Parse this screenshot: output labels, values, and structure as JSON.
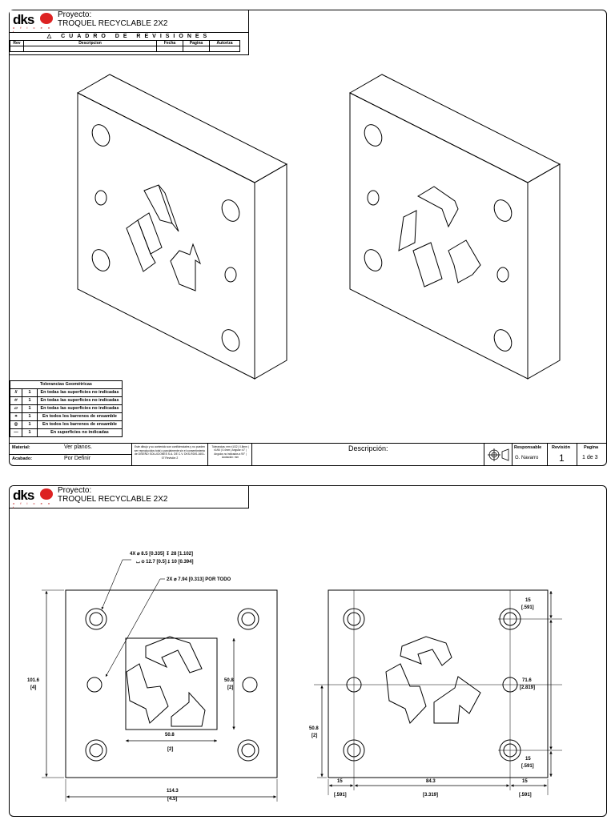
{
  "logo": {
    "text": "dks",
    "sub": "o f i c e n t"
  },
  "project": {
    "label": "Proyecto:",
    "name": "TROQUEL RECYCLABLE 2X2"
  },
  "revisions": {
    "title": "△ CUADRO DE REVISIONES",
    "columns": [
      "Rev",
      "Descripcion",
      "Fecha",
      "Pagina",
      "Autoriza"
    ]
  },
  "tolerances": {
    "title": "Tolerancias Geométricas",
    "rows": [
      {
        "symbol": "//",
        "value": "1",
        "text": "En todas las superficies no indicadas"
      },
      {
        "symbol": "⌭",
        "value": "1",
        "text": "En todas las superficies no indicadas"
      },
      {
        "symbol": "▱",
        "value": "1",
        "text": "En todas las superficies no indicadas"
      },
      {
        "symbol": "⌖",
        "value": "1",
        "text": "En todos los barrenos de ensamble"
      },
      {
        "symbol": "◎",
        "value": "1",
        "text": "En todos los barrenos de ensamble"
      },
      {
        "symbol": "—",
        "value": "1",
        "text": "En superficies no indicadas"
      }
    ]
  },
  "title_block": {
    "material_label": "Material:",
    "material_value": "Ver planos.",
    "acabado_label": "Acabado:",
    "acabado_value": "Por Definir",
    "legal": "Este dibujo y su contenido son confidenciales y no pueden ser reproducidos total o parcialmente sin el consentimiento de DISEÑO SOLUCIONES S.A. DE C.V. DKS-RDIS-1601-07 Revisión 2",
    "tolerances_general": "Tolerancias: mm ±1/32 | 0.8mm | ±1/64 | 0.4mm | Angular ±1° | Angulos no indicados a 90° | Acotación: mm",
    "descripcion_label": "Descripción:",
    "responsable_label": "Responsable",
    "responsable_value": "G. Navarro",
    "revision_label": "Revisión",
    "revision_value": "1",
    "pagina_label": "Pagina",
    "pagina_value": "1 de 3"
  },
  "dims": {
    "holes_top": "4X ⌀ 8.5 [0.335] ↧ 28 [1.102]",
    "holes_cbore": "⌴ ⌀ 12.7 [0.5] ↧ 10 [0.394]",
    "through": "2X ⌀ 7.94 [0.313] POR TODO",
    "height": "101.6",
    "height_in": "[4]",
    "width": "114.3",
    "width_in": "[4.5]",
    "logo_h": "50.8",
    "logo_h_in": "[2]",
    "logo_w": "50.8",
    "logo_w_in": "[2]",
    "r_top": "15",
    "r_top_in": "[.591]",
    "r_mid": "71.6",
    "r_mid_in": "[2.819]",
    "r_bot": "15",
    "r_bot_in": "[.591]",
    "l_mid": "50.8",
    "l_mid_in": "[2]",
    "b_left": "15",
    "b_left_in": "[.591]",
    "b_mid": "84.3",
    "b_mid_in": "[3.319]",
    "b_right": "15",
    "b_right_in": "[.591]"
  }
}
